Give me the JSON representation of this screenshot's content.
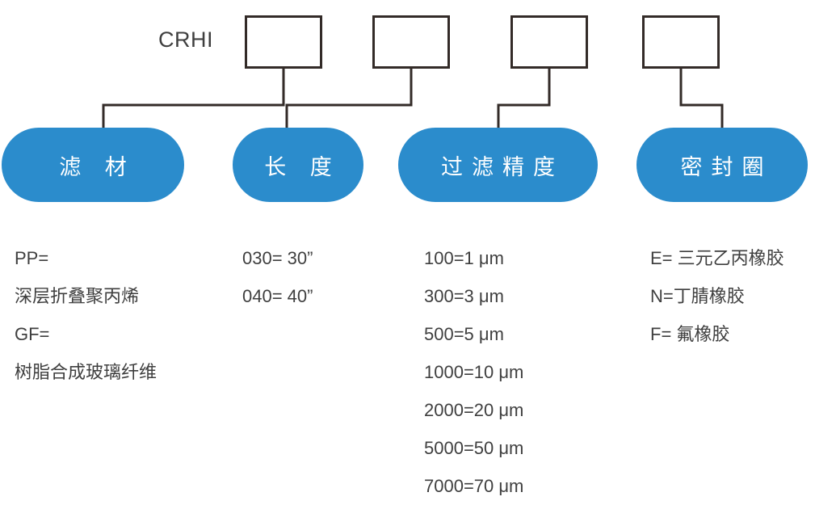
{
  "diagram": {
    "type": "product-code-breakdown",
    "prefix_label": "CRHI",
    "accent_color": "#2b8ccc",
    "line_color": "#332b28",
    "text_color": "#3f3f3f",
    "code_boxes": [
      {
        "id": "box-1",
        "value": ""
      },
      {
        "id": "box-2",
        "value": ""
      },
      {
        "id": "box-3",
        "value": ""
      },
      {
        "id": "box-4",
        "value": ""
      }
    ],
    "categories": [
      {
        "id": "filter-media",
        "label": "滤 材",
        "options": [
          "PP=",
          "深层折叠聚丙烯",
          "GF=",
          "树脂合成玻璃纤维"
        ]
      },
      {
        "id": "length",
        "label": "长 度",
        "options": [
          "030= 30”",
          "040= 40”"
        ]
      },
      {
        "id": "filtration-rating",
        "label": "过滤精度",
        "options": [
          "100=1 μm",
          "300=3 μm",
          "500=5 μm",
          "1000=10 μm",
          "2000=20 μm",
          "5000=50 μm",
          "7000=70 μm"
        ]
      },
      {
        "id": "sealing-ring",
        "label": "密封圈",
        "options": [
          "E= 三元乙丙橡胶",
          "N=丁腈橡胶",
          "F= 氟橡胶"
        ]
      }
    ]
  }
}
